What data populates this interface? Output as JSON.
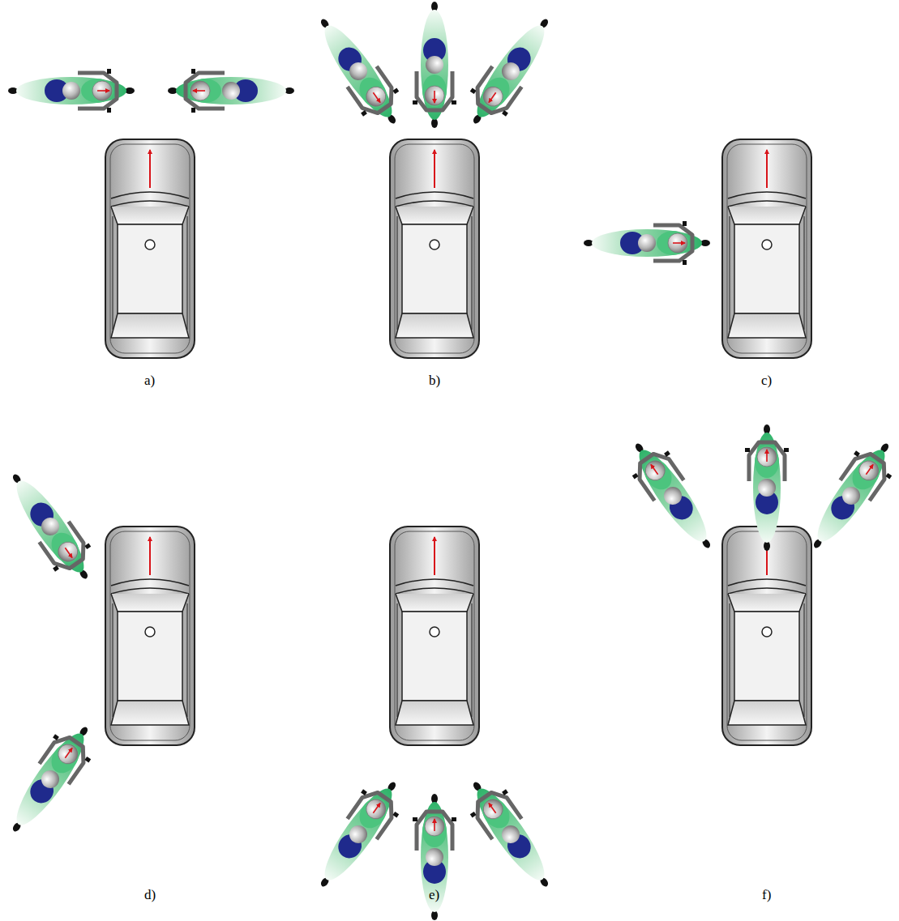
{
  "diagram": {
    "labels": [
      "a)",
      "b)",
      "c)",
      "d)",
      "e)",
      "f)"
    ]
  }
}
